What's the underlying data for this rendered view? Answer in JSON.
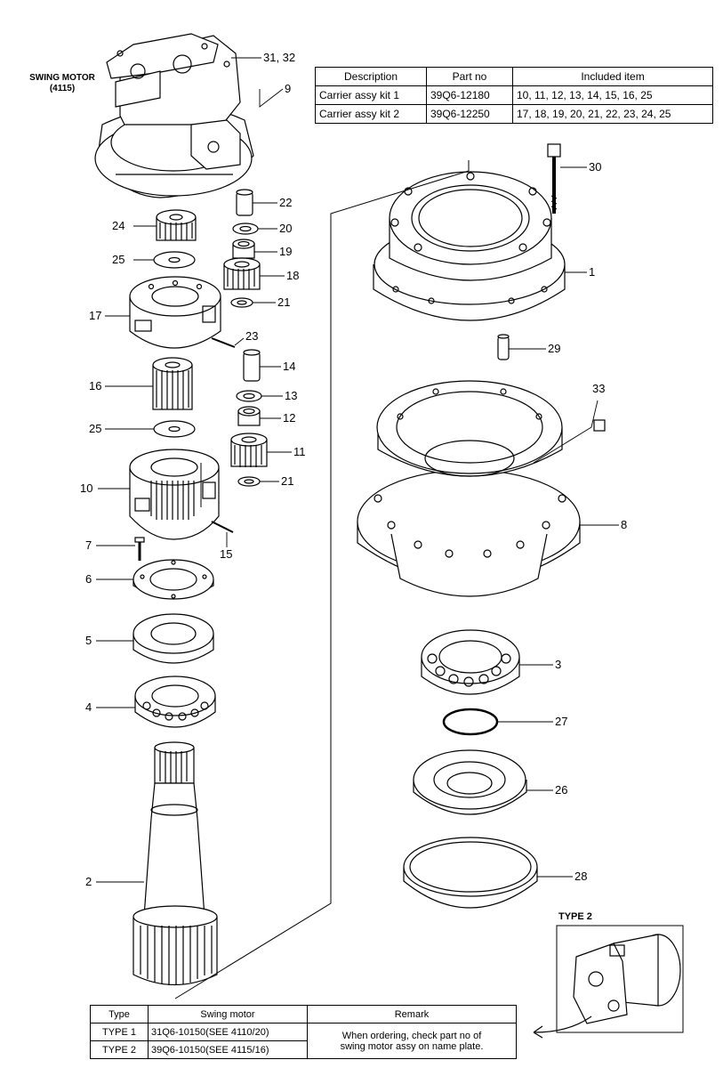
{
  "swing_motor_label": {
    "line1": "SWING MOTOR",
    "line2": "(4115)"
  },
  "kits_table": {
    "headers": [
      "Description",
      "Part no",
      "Included item"
    ],
    "rows": [
      [
        "Carrier assy kit 1",
        "39Q6-12180",
        "10, 11, 12, 13, 14, 15, 16, 25"
      ],
      [
        "Carrier assy kit 2",
        "39Q6-12250",
        "17, 18, 19, 20, 21, 22, 23, 24, 25"
      ]
    ]
  },
  "types_table": {
    "headers": [
      "Type",
      "Swing motor",
      "Remark"
    ],
    "rows": [
      [
        "TYPE 1",
        "31Q6-10150(SEE 4110/20)"
      ],
      [
        "TYPE 2",
        "39Q6-10150(SEE 4115/16)"
      ]
    ],
    "remark_line1": "When ordering, check part no of",
    "remark_line2": "swing motor assy on name plate."
  },
  "type2_label": "TYPE 2",
  "callouts": {
    "c31_32": "31, 32",
    "c9": "9",
    "c22": "22",
    "c20": "20",
    "c24": "24",
    "c19": "19",
    "c25a": "25",
    "c18": "18",
    "c17": "17",
    "c21a": "21",
    "c23": "23",
    "c14": "14",
    "c16": "16",
    "c13": "13",
    "c12": "12",
    "c25b": "25",
    "c11": "11",
    "c10": "10",
    "c21b": "21",
    "c7": "7",
    "c15": "15",
    "c6": "6",
    "c5": "5",
    "c4": "4",
    "c2": "2",
    "c30": "30",
    "c1": "1",
    "c29": "29",
    "c33": "33",
    "c8": "8",
    "c3": "3",
    "c27": "27",
    "c26": "26",
    "c28": "28"
  }
}
